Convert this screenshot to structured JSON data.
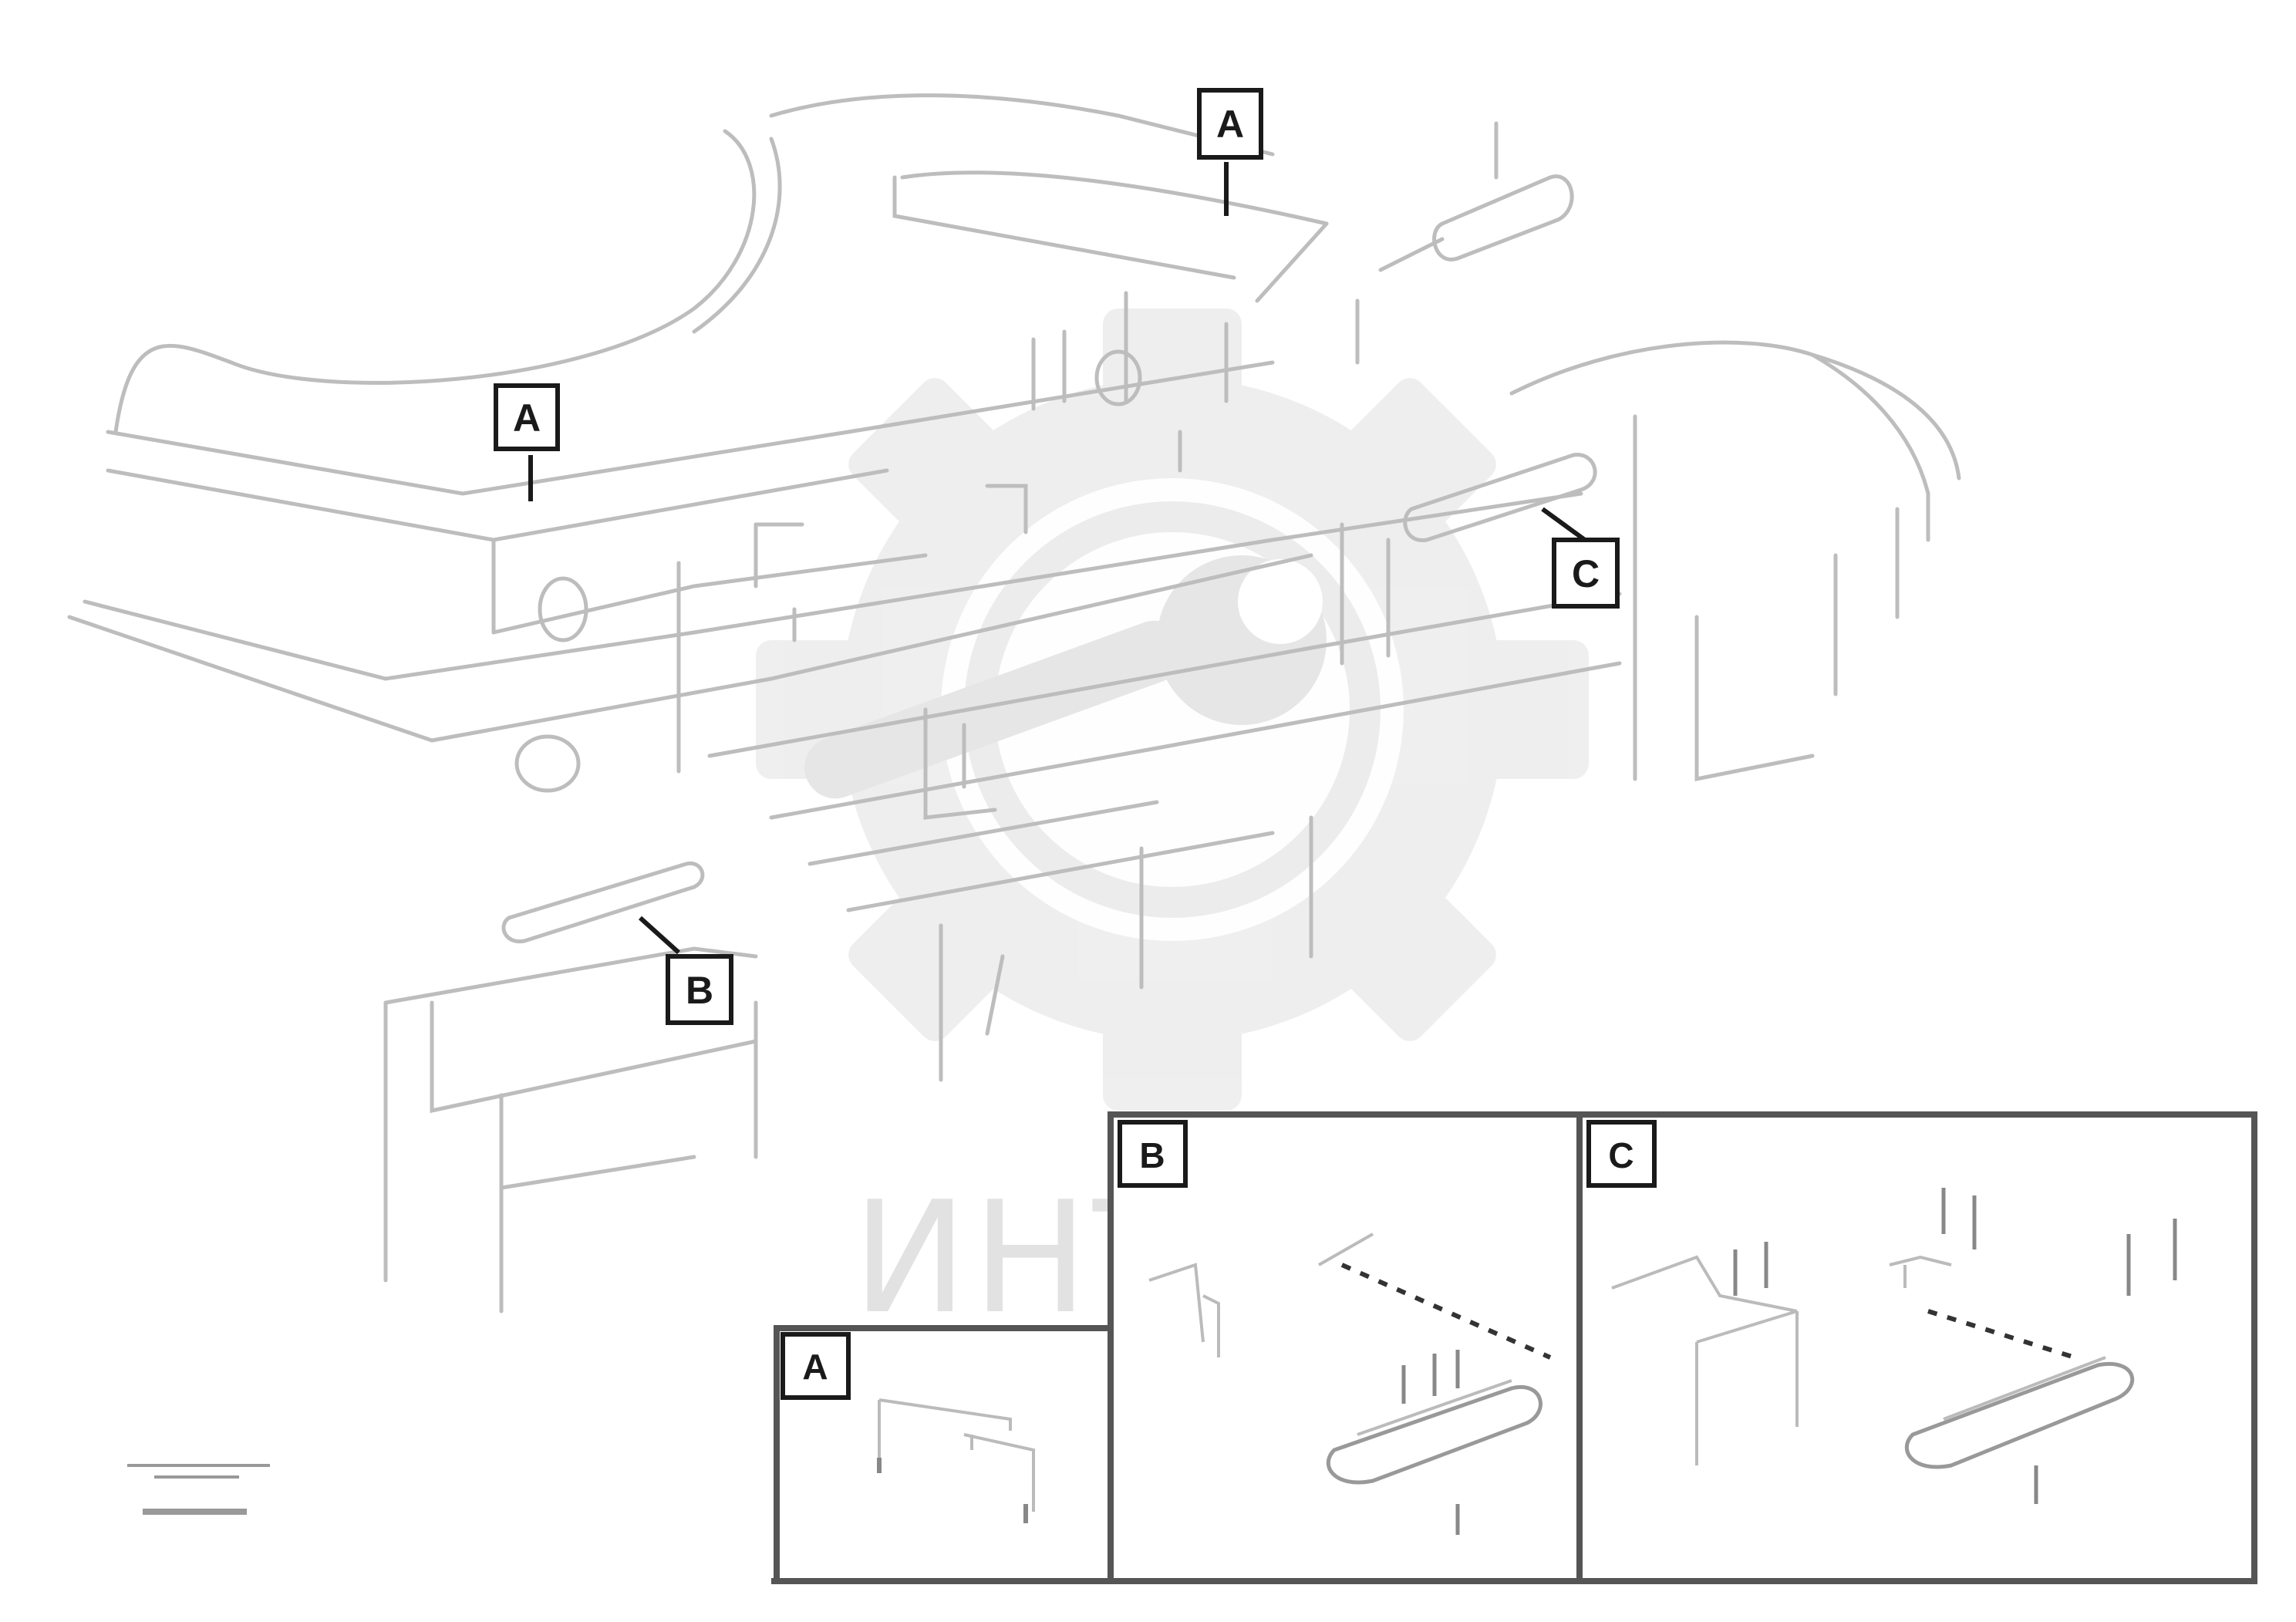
{
  "drawing": {
    "callouts": {
      "a_top": "A",
      "a_left": "A",
      "b": "B",
      "c": "C"
    },
    "details": {
      "a": {
        "tag": "A"
      },
      "b": {
        "tag": "B"
      },
      "c": {
        "tag": "C"
      }
    },
    "watermark": {
      "text": "ИНТЕХ"
    }
  },
  "colors": {
    "line": "#b9b9b9",
    "frame": "#555555",
    "watermark": "#e2e2e2",
    "tag": "#1a1a1a"
  }
}
